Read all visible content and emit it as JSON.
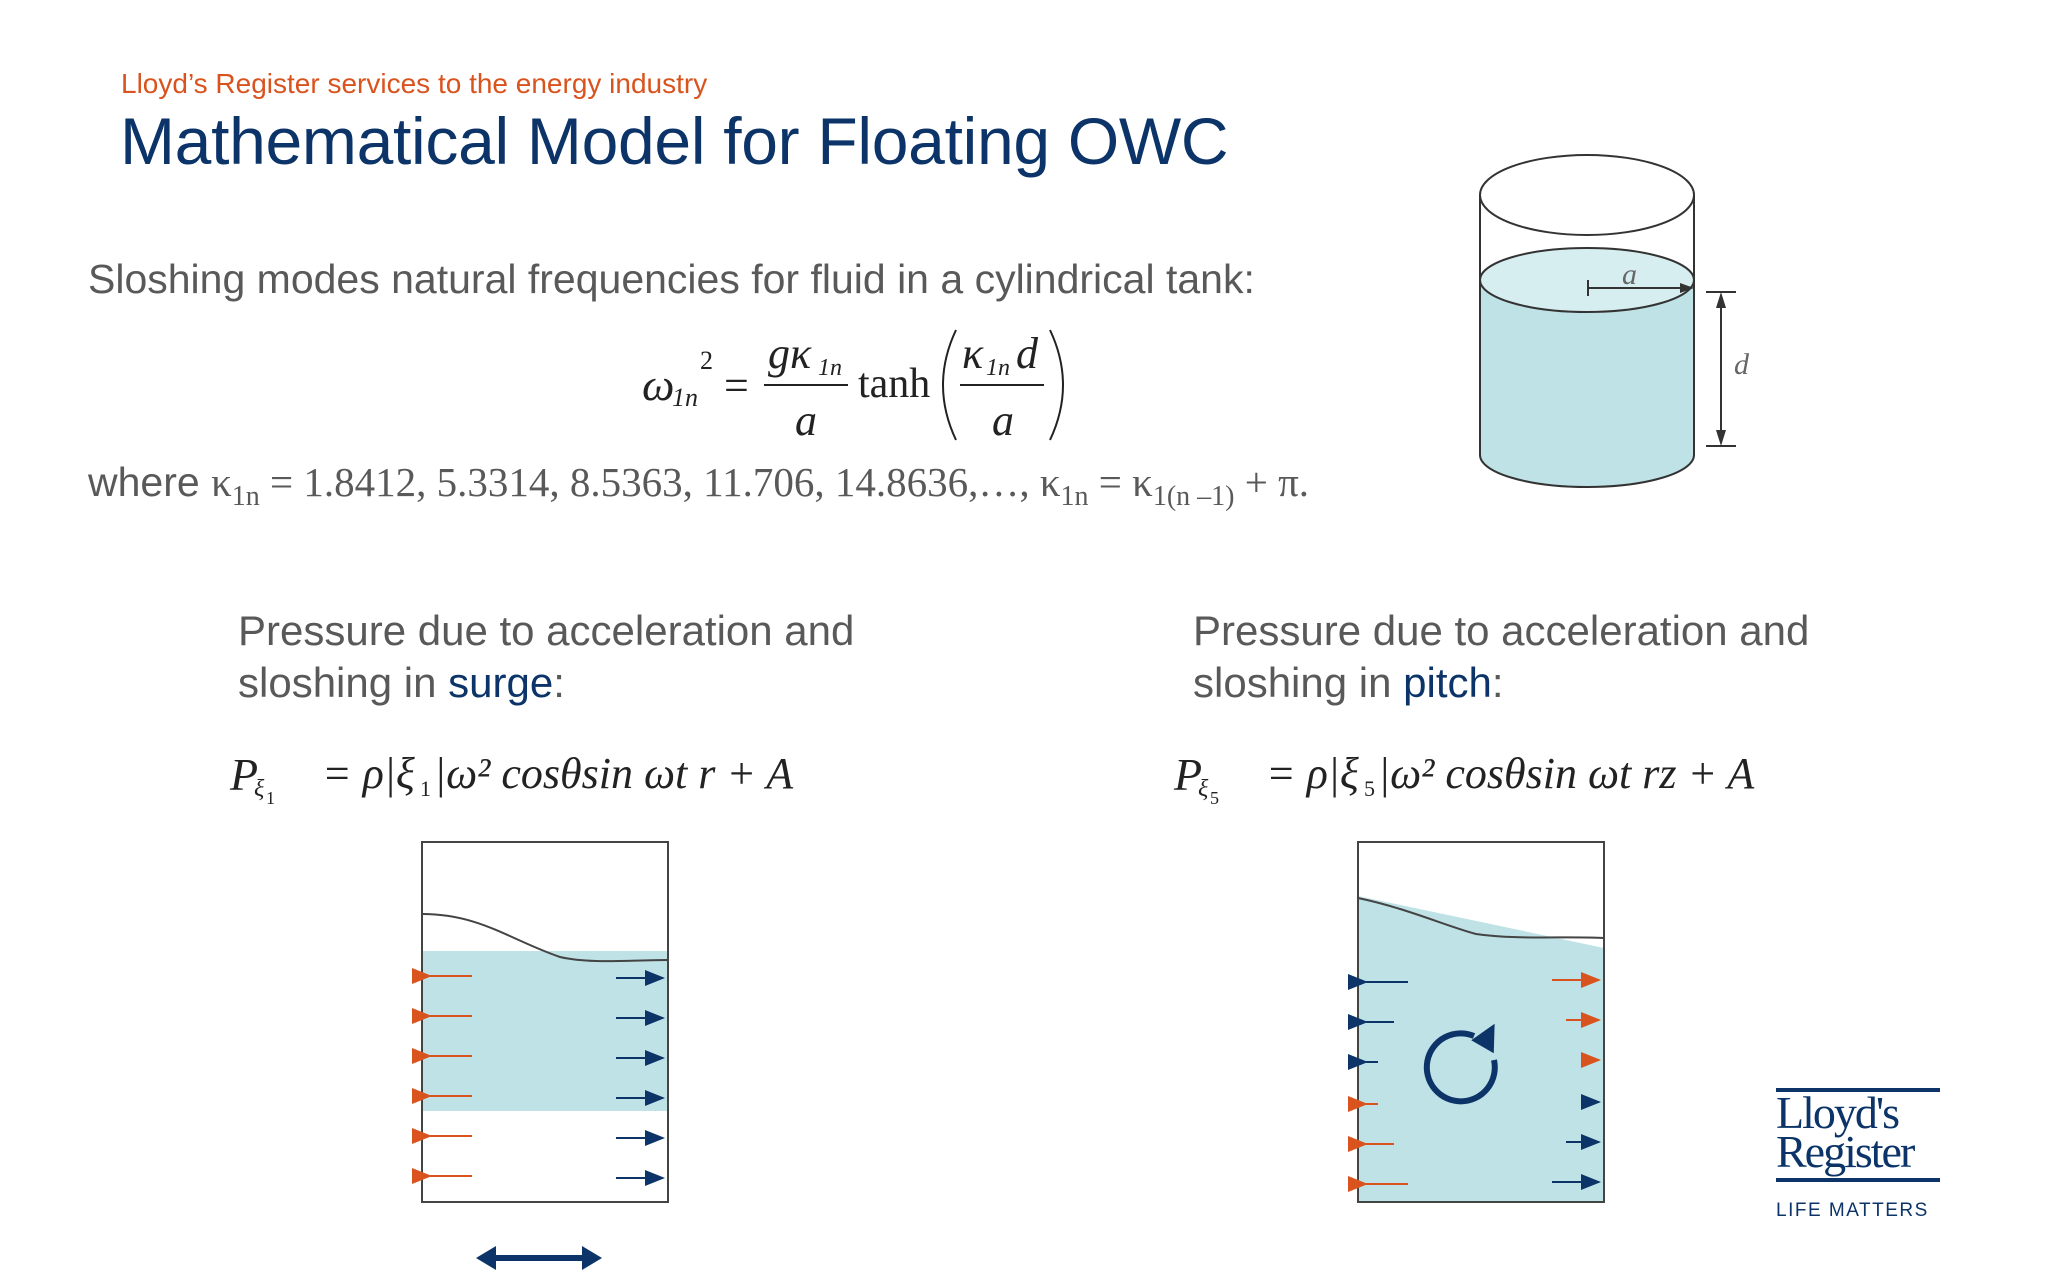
{
  "header": {
    "subtitle": "Lloyd’s Register services to the energy industry",
    "title": "Mathematical Model for Floating OWC"
  },
  "intro": {
    "text": "Sloshing modes natural frequencies for fluid in a cylindrical tank:"
  },
  "formula": {
    "lhs": "ω",
    "lhs_sub": "1n",
    "lhs_sup": "2",
    "equals": "=",
    "num1": "gκ",
    "num1_sub": "1n",
    "den1": "a",
    "tanh": "tanh",
    "num2": "κ",
    "num2_sub": "1n",
    "num2_tail": "d",
    "den2": "a"
  },
  "where": {
    "lead": "where ",
    "kappa": "κ",
    "sub": "1n",
    "values": " = 1.8412, 5.3314, 8.5363, 11.706, 14.8636,…, ",
    "kappa2": "κ",
    "sub2": "1n",
    "eq": " = ",
    "kappa3": "κ",
    "sub3": "1(n –1)",
    "tail": " + π."
  },
  "tank": {
    "radius_label": "a",
    "depth_label": "d",
    "water_color": "#bfe2e6",
    "outline_color": "#333333"
  },
  "surge": {
    "caption_pre": "Pressure due to acceleration and sloshing in ",
    "caption_hl": "surge",
    "caption_post": ":",
    "equation": {
      "P": "P",
      "sub": "ξ",
      "subsub": "1",
      "body": "= ρ|ξ",
      "xi_sub": "1",
      "tail": "|ω² cosθsin ωt r + A"
    }
  },
  "pitch": {
    "caption_pre": "Pressure due to acceleration and sloshing in ",
    "caption_hl": "pitch",
    "caption_post": ":",
    "equation": {
      "P": "P",
      "sub": "ξ",
      "subsub": "5",
      "body": "= ρ|ξ",
      "xi_sub": "5",
      "tail": "|ω² cosθsin ωt rz + A"
    }
  },
  "colors": {
    "navy": "#0c3468",
    "orange": "#d9531e",
    "water": "#bfe2e6"
  },
  "logo": {
    "line1": "Lloyd's",
    "line2": "Register",
    "tagline": "LIFE MATTERS"
  }
}
